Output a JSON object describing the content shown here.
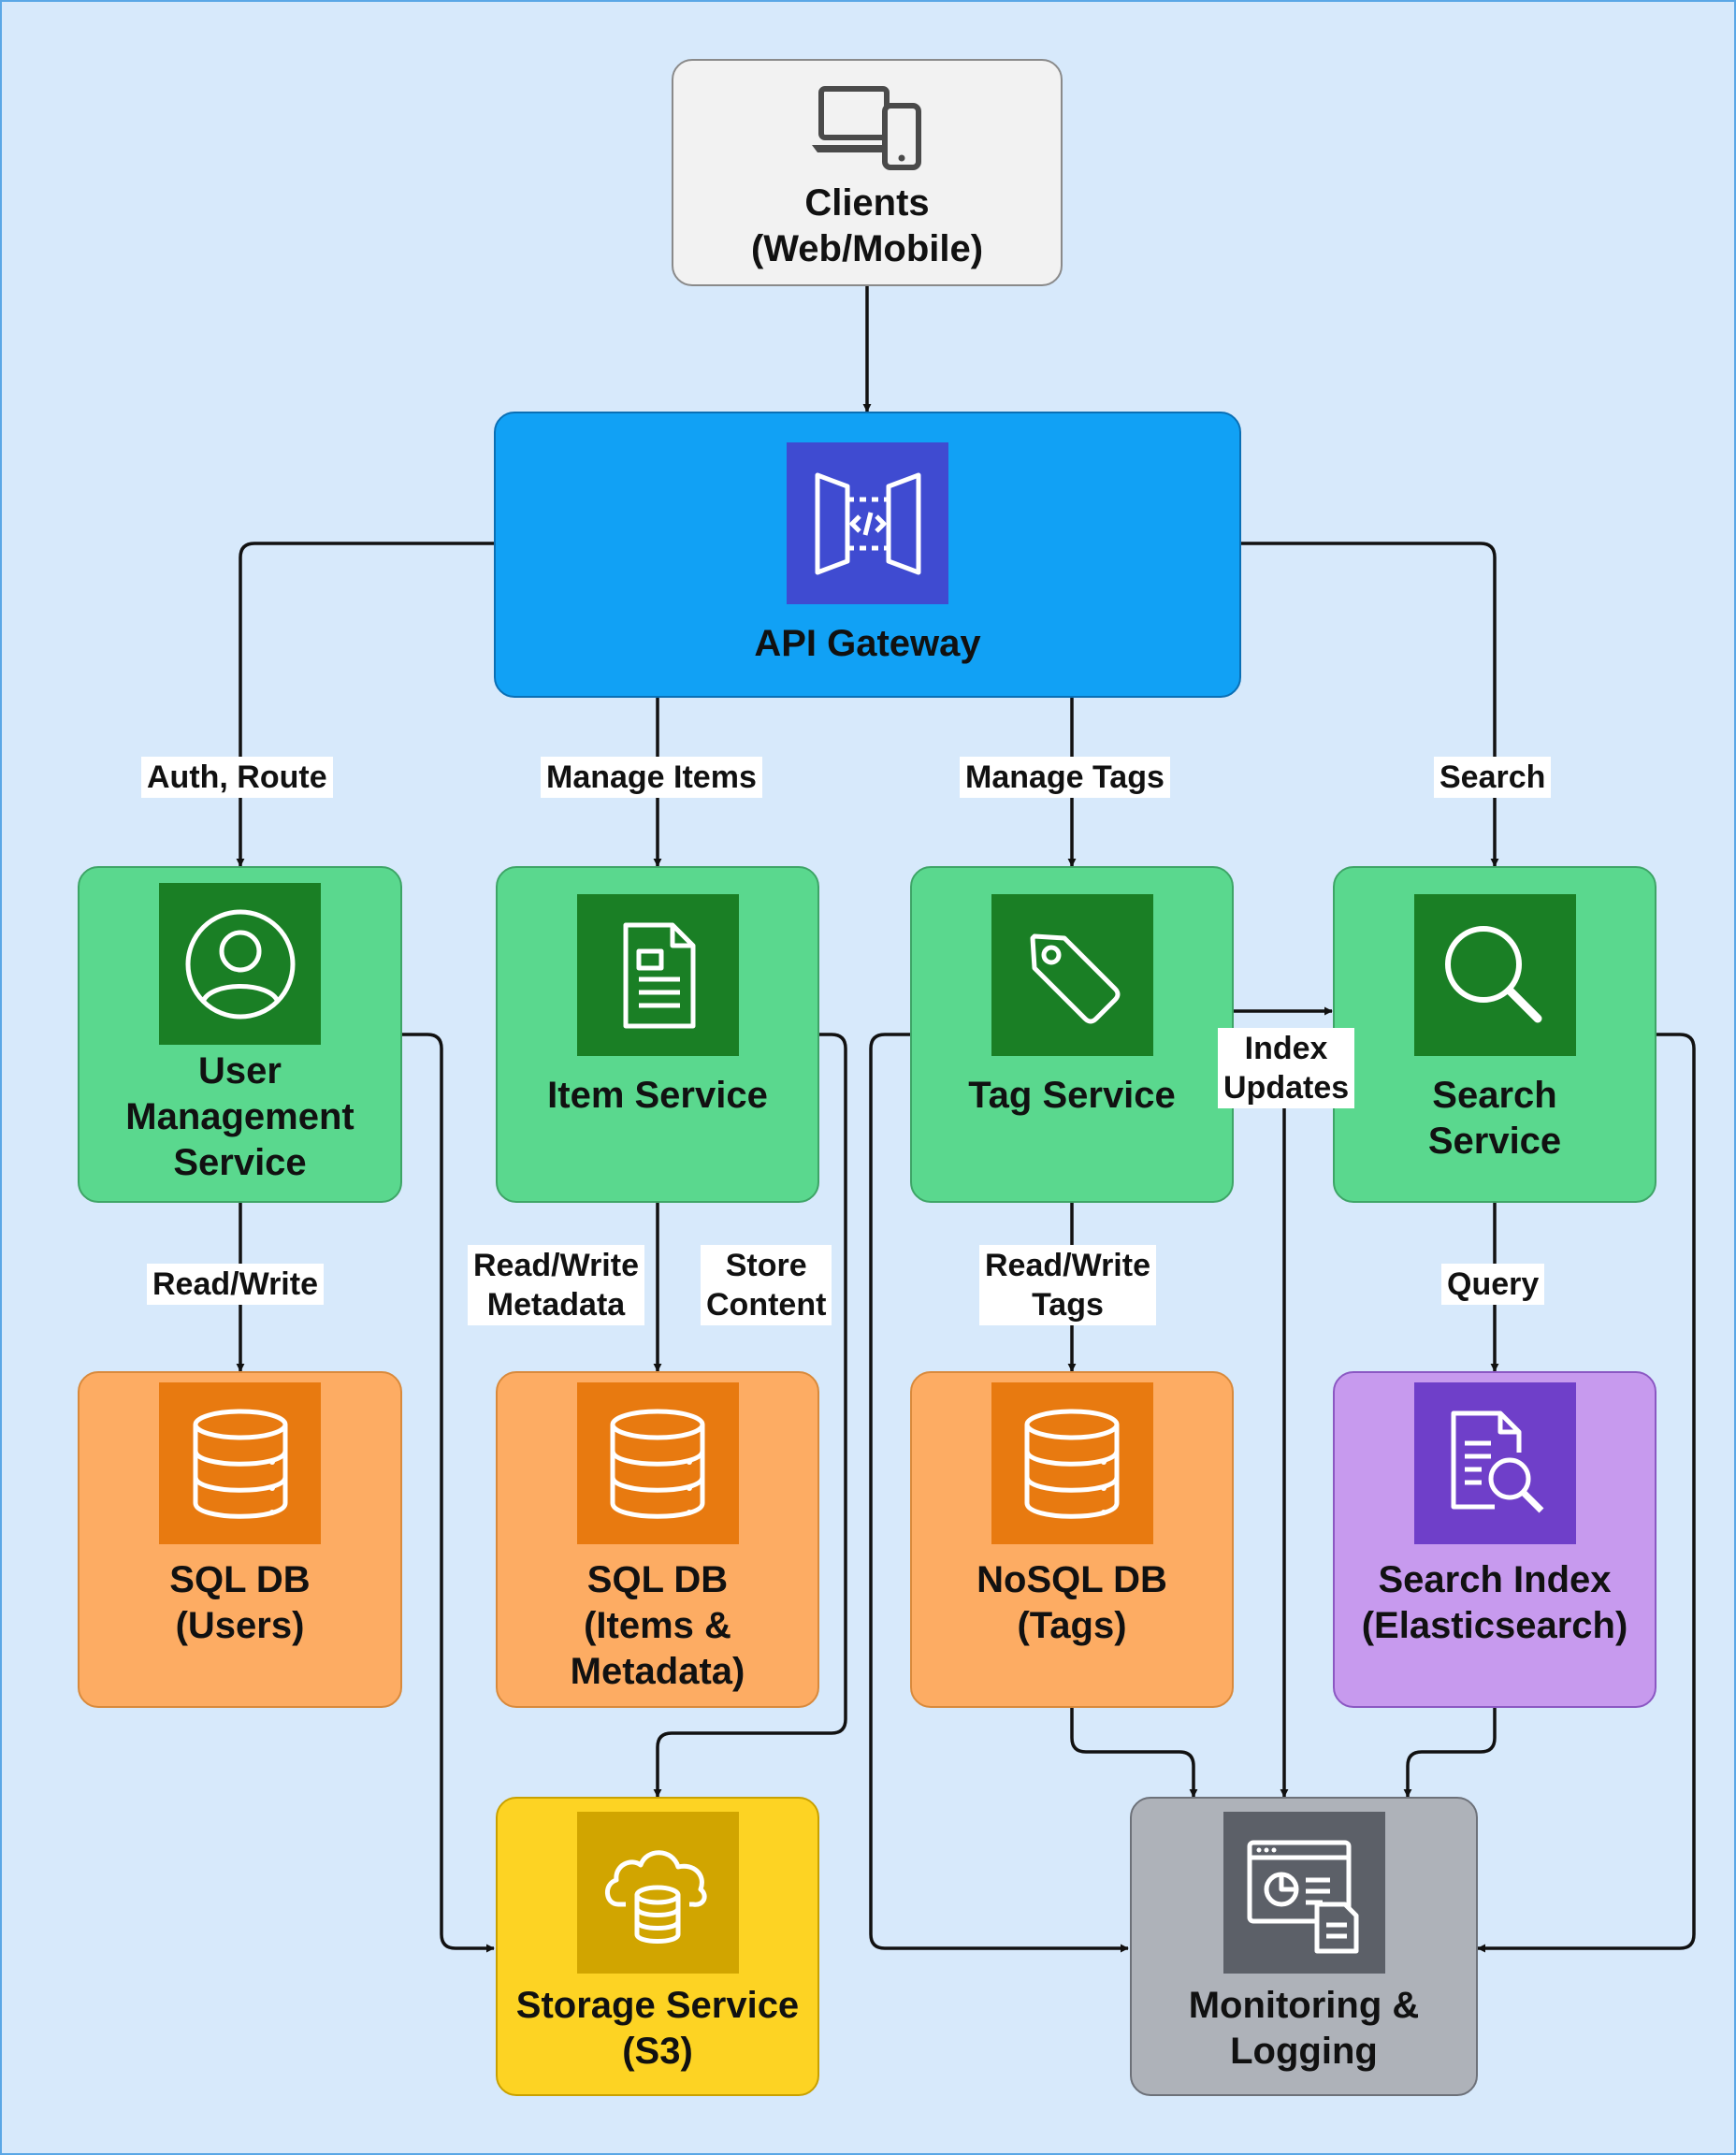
{
  "clients": {
    "label": "Clients\n(Web/Mobile)",
    "icon": "devices-icon"
  },
  "gateway": {
    "label": "API Gateway",
    "icon": "api-gateway-icon"
  },
  "services": {
    "user": {
      "label": "User\nManagement\nService",
      "icon": "user-icon"
    },
    "item": {
      "label": "Item Service",
      "icon": "document-icon"
    },
    "tag": {
      "label": "Tag Service",
      "icon": "tag-icon"
    },
    "search": {
      "label": "Search\nService",
      "icon": "search-icon"
    }
  },
  "datastores": {
    "users_db": {
      "label": "SQL DB\n(Users)",
      "icon": "database-icon"
    },
    "items_db": {
      "label": "SQL DB\n(Items &\nMetadata)",
      "icon": "database-icon"
    },
    "tags_db": {
      "label": "NoSQL DB\n(Tags)",
      "icon": "database-icon"
    },
    "search_index": {
      "label": "Search Index\n(Elasticsearch)",
      "icon": "search-document-icon"
    }
  },
  "storage": {
    "label": "Storage Service\n(S3)",
    "icon": "cloud-storage-icon"
  },
  "monitoring": {
    "label": "Monitoring &\nLogging",
    "icon": "dashboard-icon"
  },
  "edge_labels": {
    "auth_route": "Auth, Route",
    "manage_items": "Manage Items",
    "manage_tags": "Manage Tags",
    "search": "Search",
    "read_write": "Read/Write",
    "read_write_metadata": "Read/Write\nMetadata",
    "store_content": "Store\nContent",
    "read_write_tags": "Read/Write\nTags",
    "query": "Query",
    "index_updates": "Index\nUpdates"
  },
  "colors": {
    "background": "#d7e9fb",
    "gateway": "#11a1f5",
    "service": "#5ad88e",
    "database": "#fdac63",
    "search_index": "#c79aee",
    "storage": "#fdd323",
    "monitoring": "#aeb2b9",
    "client": "#f2f2f2"
  }
}
